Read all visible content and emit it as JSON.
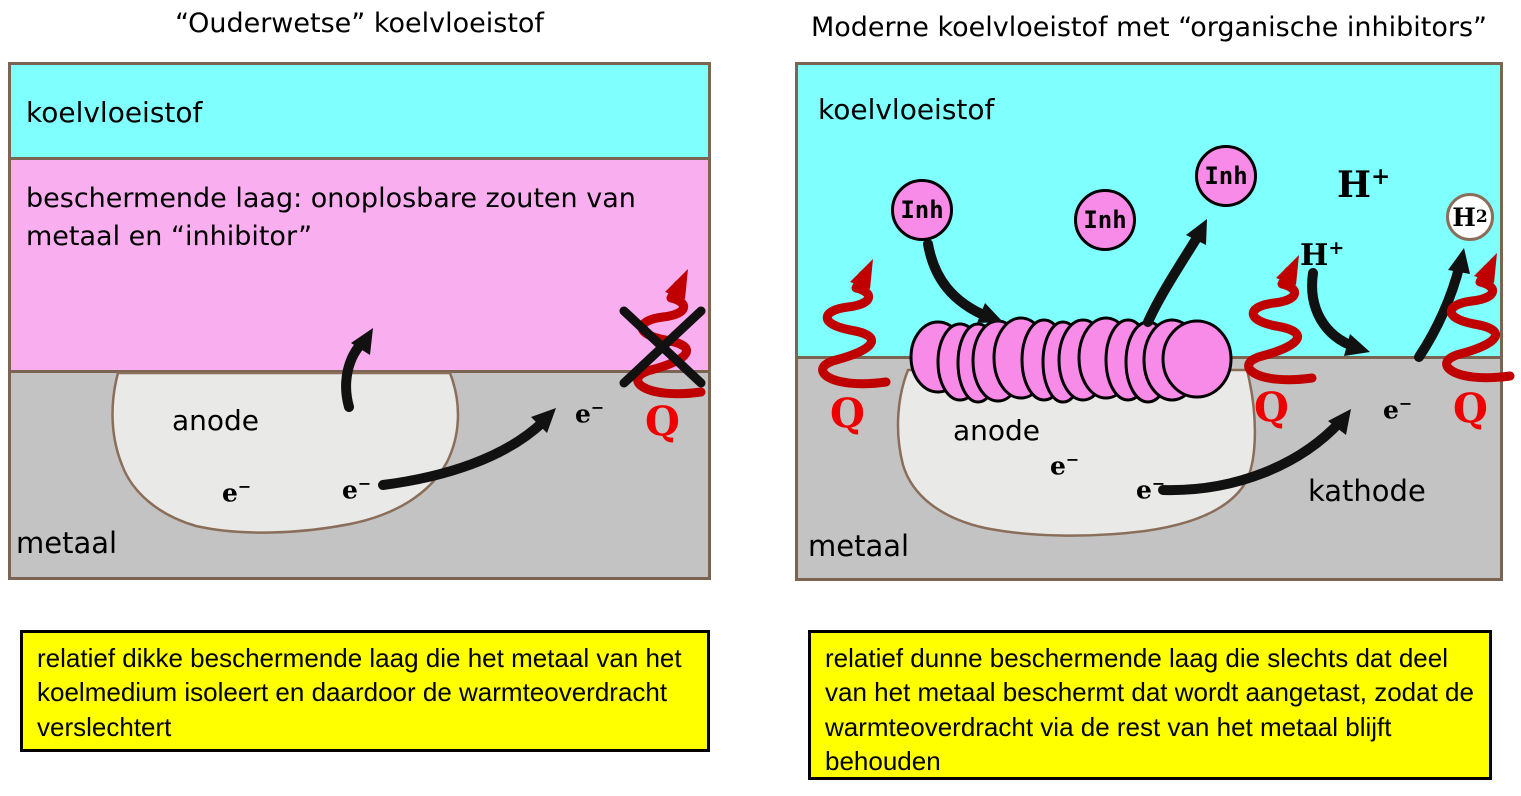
{
  "colors": {
    "cyan": "#80FFFF",
    "pink_layer": "#F9AEEF",
    "inhibitor_pink": "#F98BE8",
    "metal_gray": "#C3C3C3",
    "anode_gray": "#E9E9E7",
    "border_brown": "#7B6452",
    "outline_brown": "#8A6E5A",
    "heat_red": "#C00000",
    "q_red": "#EE0000",
    "caption_yellow": "#FFFF00"
  },
  "left_panel": {
    "title": "“Ouderwetse” koelvloeistof",
    "coolant_label": "koelvloeistof",
    "protective_layer_label": "beschermende laag: onoplosbare zouten van metaal en “inhibitor”",
    "anode_label": "anode",
    "metal_label": "metaal",
    "caption": "relatief dikke beschermende laag die het metaal van het koelmedium isoleert en daardoor de warmteoverdracht verslechtert"
  },
  "right_panel": {
    "title": "Moderne koelvloeistof met “organische inhibitors”",
    "coolant_label": "koelvloeistof",
    "anode_label": "anode",
    "cathode_label": "kathode",
    "metal_label": "metaal",
    "caption": "relatief dunne beschermende laag die slechts dat deel van het metaal beschermt dat wordt aangetast, zodat de warmteoverdracht via de rest van het metaal blijft behouden"
  },
  "symbols": {
    "inhibitor": "Inh",
    "electron_base": "e",
    "electron_sup": "−",
    "hydrogen_ion_base": "H",
    "hydrogen_ion_sup": "+",
    "hydrogen_gas_base": "H",
    "hydrogen_gas_sub": "2",
    "heat": "Q"
  }
}
